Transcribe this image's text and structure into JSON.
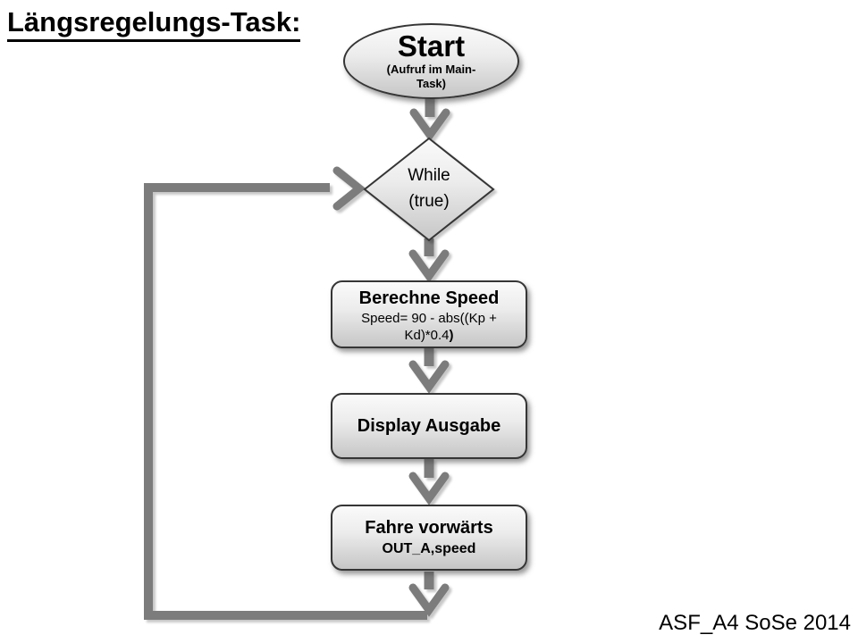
{
  "slide": {
    "title": "Längsregelungs-Task:",
    "footer": "ASF_A4 SoSe 2014"
  },
  "flowchart": {
    "start": {
      "label": "Start",
      "sublabel": "(Aufruf im Main-Task)"
    },
    "decision": {
      "line1": "While",
      "line2": "(true)"
    },
    "steps": [
      {
        "label": "Berechne Speed",
        "sublabel": "Speed= 90 - abs((Kp + Kd)*0.4",
        "sublabel_bold_suffix": ")"
      },
      {
        "label": "Display Ausgabe",
        "sublabel": "",
        "sublabel_bold_suffix": ""
      },
      {
        "label": "Fahre vorwärts",
        "sublabel": "OUT_A,speed",
        "sublabel_bold_suffix": ""
      }
    ]
  },
  "colors": {
    "arrow_gray": "#7c7c7c",
    "shape_border": "#353535",
    "shape_fill_top": "#fafafa",
    "shape_fill_bottom": "#c6c6c6",
    "text": "#000000"
  }
}
